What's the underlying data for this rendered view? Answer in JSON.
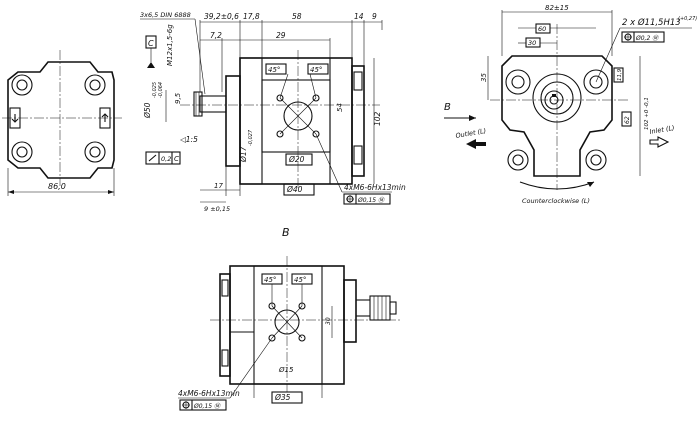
{
  "left_view": {
    "dim_width": "86,0"
  },
  "side_view": {
    "dims_top": [
      "39,2±0,6",
      "17,8",
      "58",
      "14",
      "9"
    ],
    "dims_mid": [
      "7,2",
      "29"
    ],
    "label_din": "3x6,5 DIN 6888",
    "label_thread": "M12x1,5-6g",
    "datum": "C",
    "dim_shaft": "Ø50",
    "dim_shaft_tol_top": "-0,025",
    "dim_shaft_tol_bottom": "-0,064",
    "dim_9_5": "9,5",
    "dim_taper": "◁1:5",
    "runout_value": "0,2",
    "runout_datum": "C",
    "dim_ø17": "Ø17",
    "dim_ø17_tol": "-0,027",
    "angle_1": "45°",
    "angle_2": "45°",
    "dim_54": "54",
    "dim_102": "102",
    "dim_ø20": "Ø20",
    "dim_17": "17",
    "dim_ø40": "Ø40",
    "dim_9": "9 ±0,15",
    "port_spec": "4xM6-6Hx13min",
    "port_tol": "Ø0,15 Ⓜ"
  },
  "front_view": {
    "dim_82": "82±15",
    "dim_60": "60",
    "dim_30": "30",
    "dim_35": "35",
    "dim_holes": "2 x Ø11,5H13",
    "dim_holes_tol": "(+0,27)",
    "pos_tol": "Ø0,2 Ⓜ",
    "dim_119": "11,9",
    "dim_62": "62",
    "dim_102": "102 +0 -0,1",
    "view_letter": "B",
    "outlet_label": "Outlet (L)",
    "inlet_label": "Inlet (L)",
    "rotation_label": "Counterclockwise (L)"
  },
  "view_b": {
    "title": "B",
    "angle_1": "45°",
    "angle_2": "45°",
    "dim_30": "30",
    "dim_ø15": "Ø15",
    "dim_ø35": "Ø35",
    "port_spec": "4xM6-6Hx13min",
    "port_tol": "Ø0,15 Ⓜ"
  }
}
